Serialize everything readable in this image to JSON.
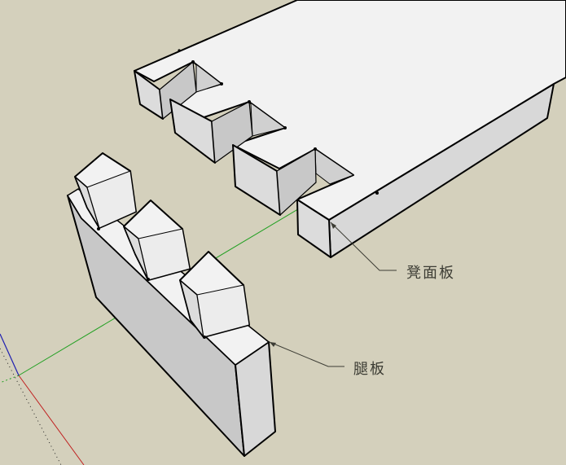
{
  "viewport": {
    "background": "#d4d0bc",
    "axes": {
      "red_axis_color": "#c02020",
      "green_axis_color": "#22a022",
      "blue_axis_color": "#2020b0"
    },
    "face_colors": {
      "top": "#f2f2f2",
      "side_light": "#dcdcdc",
      "side_dark": "#c4c4c4",
      "edge": "#000000"
    }
  },
  "labels": {
    "seat_board": "凳面板",
    "leg_board": "腿板"
  },
  "objects": [
    {
      "name": "seat-board",
      "label": "凳面板",
      "tenons_sockets": 3
    },
    {
      "name": "leg-board",
      "label": "腿板",
      "tenons": 3
    }
  ]
}
